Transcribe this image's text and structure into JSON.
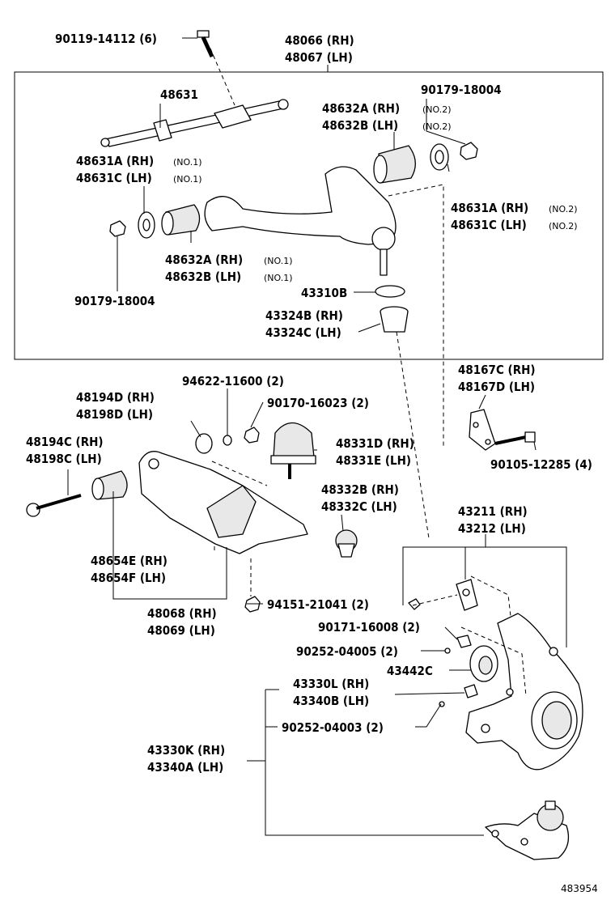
{
  "labels": {
    "l_90119": "90119-14112 (6)",
    "l_48066": "48066 (RH)",
    "l_48067": "48067 (LH)",
    "l_48631": "48631",
    "l_90179_top": "90179-18004",
    "l_48632A_2": "48632A (RH)",
    "l_48632A_2_sub": "(NO.2)",
    "l_48632B_2": "48632B (LH)",
    "l_48632B_2_sub": "(NO.2)",
    "l_48631A_1": "48631A (RH)",
    "l_48631A_1_sub": "(NO.1)",
    "l_48631C_1": "48631C (LH)",
    "l_48631C_1_sub": "(NO.1)",
    "l_48631A_2": "48631A (RH)",
    "l_48631A_2_sub": "(NO.2)",
    "l_48631C_2": "48631C (LH)",
    "l_48631C_2_sub": "(NO.2)",
    "l_48632A_1": "48632A (RH)",
    "l_48632A_1_sub": "(NO.1)",
    "l_48632B_1": "48632B (LH)",
    "l_48632B_1_sub": "(NO.1)",
    "l_90179_bot": "90179-18004",
    "l_43310B": "43310B",
    "l_43324B": "43324B (RH)",
    "l_43324C": "43324C (LH)",
    "l_94622": "94622-11600 (2)",
    "l_48194D": "48194D (RH)",
    "l_48198D": "48198D (LH)",
    "l_90170": "90170-16023 (2)",
    "l_48167C": "48167C (RH)",
    "l_48167D": "48167D (LH)",
    "l_48194C": "48194C (RH)",
    "l_48198C": "48198C (LH)",
    "l_48331D": "48331D (RH)",
    "l_48331E": "48331E (LH)",
    "l_90105": "90105-12285 (4)",
    "l_48332B": "48332B (RH)",
    "l_48332C": "48332C (LH)",
    "l_43211": "43211 (RH)",
    "l_43212": "43212 (LH)",
    "l_48654E": "48654E (RH)",
    "l_48654F": "48654F (LH)",
    "l_48068": "48068 (RH)",
    "l_48069": "48069 (LH)",
    "l_94151": "94151-21041 (2)",
    "l_90171": "90171-16008 (2)",
    "l_90252_5": "90252-04005 (2)",
    "l_43442C": "43442C",
    "l_43330L": "43330L (RH)",
    "l_43340B": "43340B (LH)",
    "l_90252_3": "90252-04003 (2)",
    "l_43330K": "43330K (RH)",
    "l_43340A": "43340A (LH)",
    "l_fig": "483954"
  },
  "icons": [
    "bolt-icon",
    "nut-icon",
    "washer-icon",
    "bushing-icon",
    "ball-joint-icon",
    "control-arm-icon",
    "steering-knuckle-icon",
    "bump-stopper-icon",
    "dust-cover-icon",
    "bracket-icon"
  ]
}
